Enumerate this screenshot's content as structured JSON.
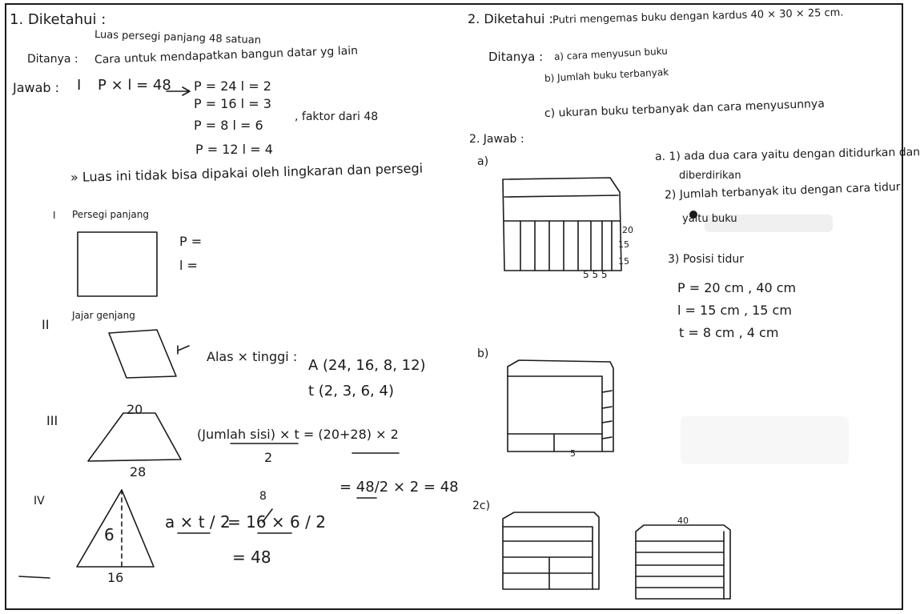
{
  "left": {
    "heading": "1. Diketahui :",
    "given": "Luas persegi panjang 48 satuan",
    "asked_label": "Ditanya :",
    "asked": "Cara untuk mendapatkan bangun datar yg lain",
    "answer_label": "Jawab :",
    "step_roman": "I",
    "formula": "P × l = 48",
    "pairs": [
      "P = 24   l = 2",
      "P = 16   l = 3",
      "P = 8   l = 6",
      "P = 12   l = 4"
    ],
    "pairs_note": ", faktor dari 48",
    "remark": "»  Luas ini tidak bisa dipakai oleh lingkaran dan persegi",
    "shape1": {
      "num": "I",
      "label": "Persegi panjang",
      "p": "P =",
      "l": "l ="
    },
    "shape2": {
      "num": "II",
      "label": "Jajar genjang",
      "formula": "Alas × tinggi :",
      "a_vals": "A (24, 16, 8, 12)",
      "t_vals": "t (2, 3, 6, 4)"
    },
    "shape3": {
      "num": "III",
      "top": "20",
      "bottom": "28",
      "formula": "(Jumlah sisi) × t = (20+28) × 2",
      "fraction_den": "2",
      "result": "= 48/2 × 2 = 48"
    },
    "shape4": {
      "num": "IV",
      "height": "6",
      "base": "16",
      "formula": "a × t / 2",
      "calc": "= 16 × 6 / 2",
      "result": "= 48",
      "eight": "8"
    }
  },
  "right": {
    "heading": "2. Diketahui :",
    "given": "Putri mengemas buku dengan kardus 40 × 30 × 25 cm.",
    "asked_label": "Ditanya :",
    "asked_a": "a) cara menyusun buku",
    "asked_b": "b) Jumlah buku terbanyak",
    "asked_c": "c) ukuran buku terbanyak dan cara menyusunnya",
    "answer_label": "2. Jawab :",
    "fig_a": {
      "label": "a)",
      "dims_side": [
        "20",
        "15",
        "15"
      ],
      "dims_bottom": "5 5 5"
    },
    "fig_b": {
      "label": "b)",
      "dim": "5"
    },
    "fig_c": {
      "label": "2c)",
      "dim_top": "40"
    },
    "answers": {
      "a1": "a. 1) ada dua cara yaitu dengan ditidurkan dan",
      "a1b": "diberdirikan",
      "a2": "2) Jumlah terbanyak itu dengan cara tidur",
      "a2b": "yaitu  buku",
      "a3": "3) Posisi tidur",
      "p": "P = 20 cm , 40 cm",
      "l": "l = 15 cm , 15 cm",
      "t": "t = 8 cm , 4 cm"
    }
  }
}
